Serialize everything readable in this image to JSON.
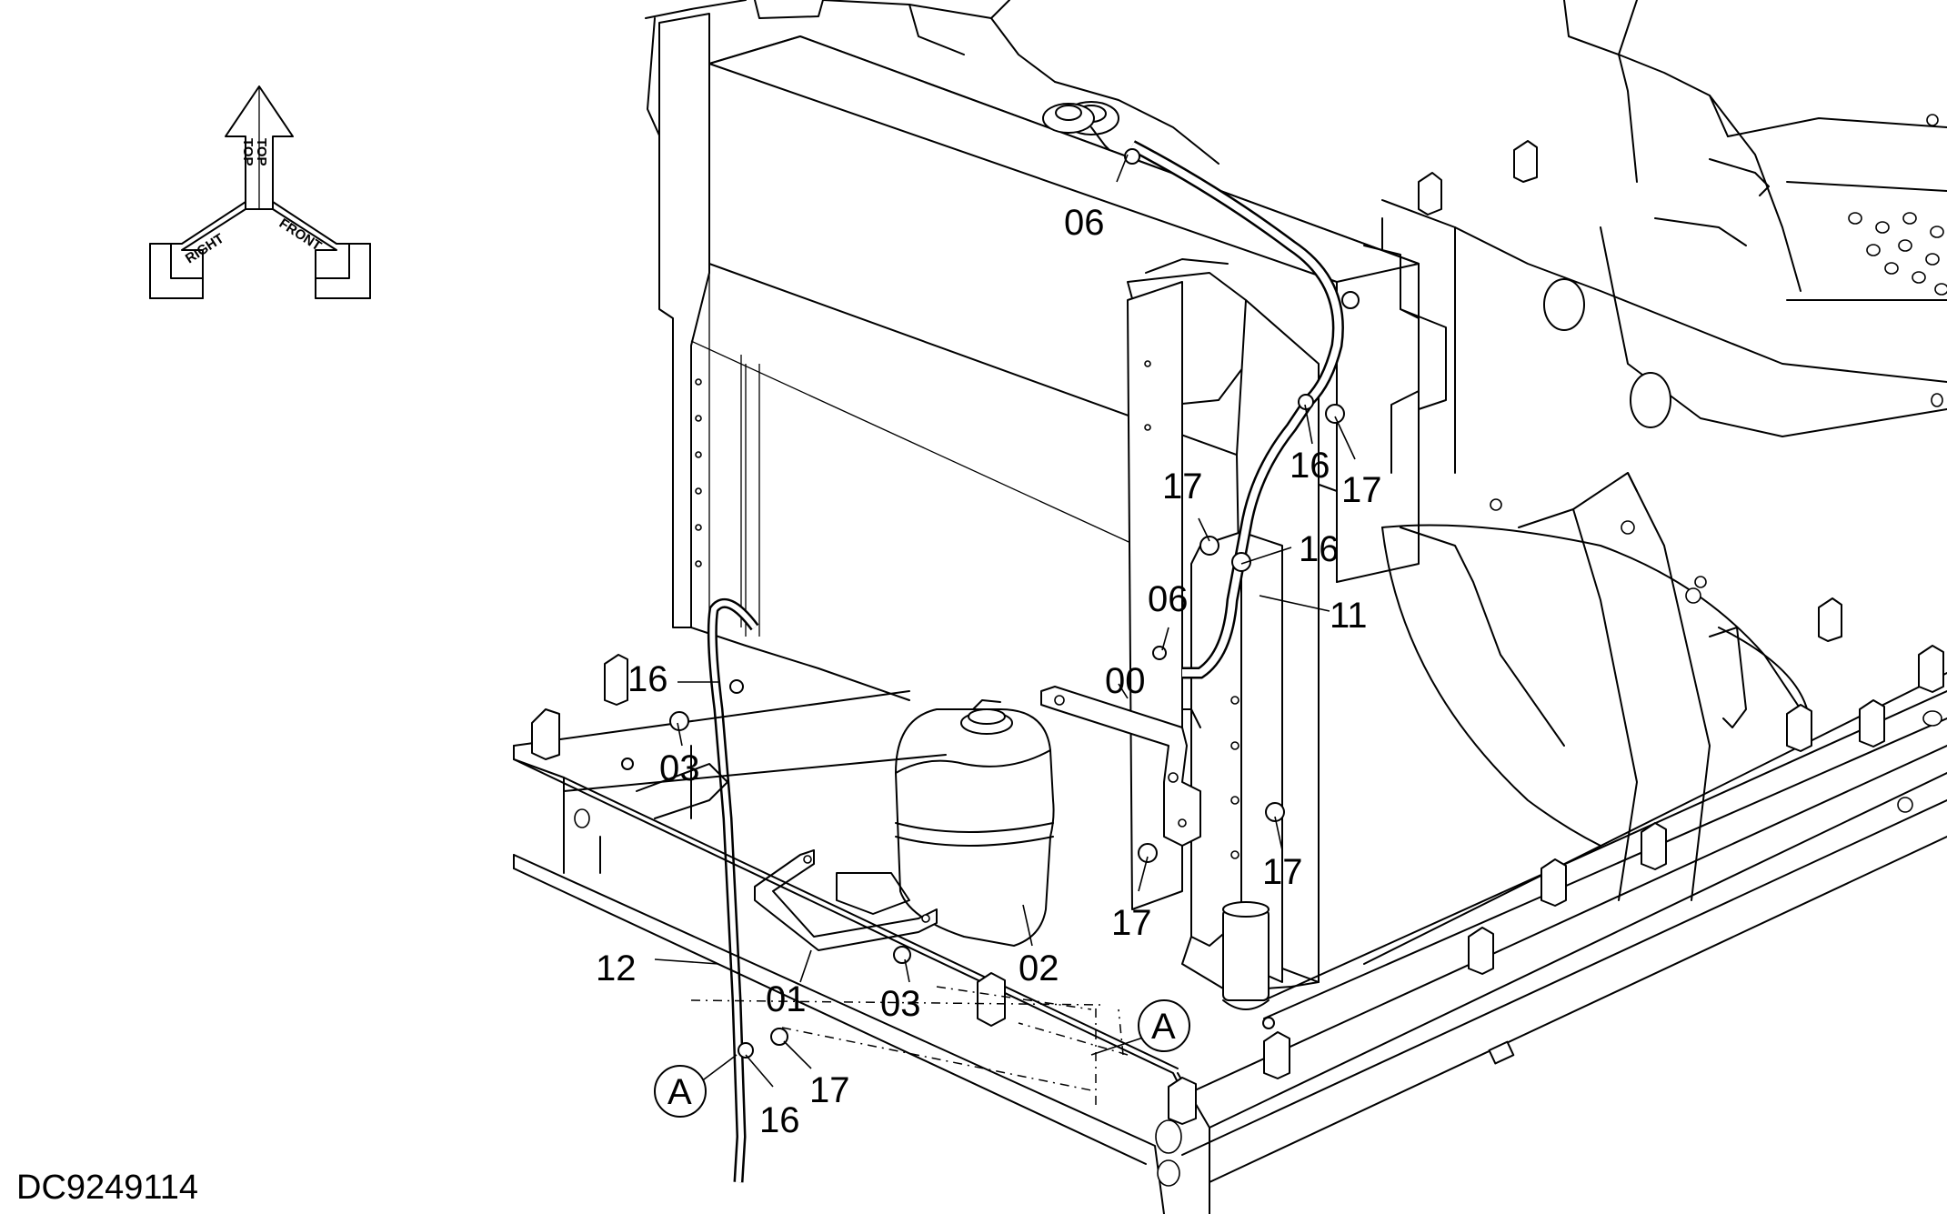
{
  "document_code": "DC9249114",
  "orientation": {
    "top": "TOP",
    "right": "RIGHT",
    "front": "FRONT"
  },
  "callouts": [
    "06",
    "16",
    "17",
    "17",
    "16",
    "11",
    "06",
    "00",
    "16",
    "03",
    "02",
    "17",
    "17",
    "12",
    "01",
    "03",
    "17",
    "16"
  ],
  "section_markers": [
    "A",
    "A"
  ]
}
